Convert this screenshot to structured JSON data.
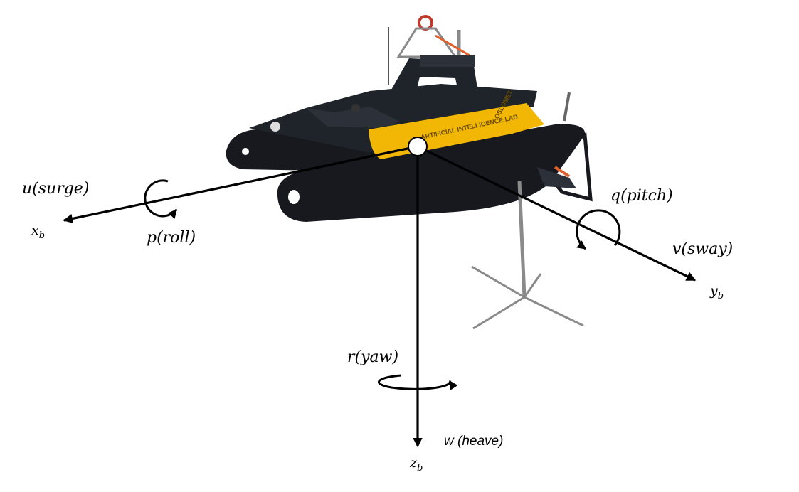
{
  "colors": {
    "hull": "#17191e",
    "deck": "#1f232a",
    "panel": "#f2b705",
    "axis": "#000000",
    "mast": "#8a8a8a"
  },
  "boat": {
    "panel_line1": "ARTIFICIAL INTELLIGENCE LAB",
    "panel_line2": "OSLOMET"
  },
  "axes": {
    "x": {
      "motion": "u(surge)",
      "rotation": "p(roll)",
      "name": "x",
      "sub": "b"
    },
    "y": {
      "motion": "v(sway)",
      "rotation": "q(pitch)",
      "name": "y",
      "sub": "b"
    },
    "z": {
      "motion": "w (heave)",
      "rotation": "r(yaw)",
      "name": "z",
      "sub": "b"
    }
  }
}
